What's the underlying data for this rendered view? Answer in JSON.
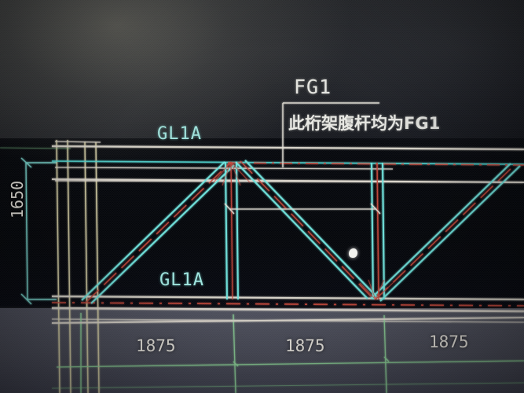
{
  "app": {
    "kind": "cad-drawing-photo",
    "description": "Photograph of a CAD screen showing a steel truss elevation"
  },
  "drawing": {
    "title_labels": {
      "top_chord_label": "GL1A",
      "bottom_chord_label": "GL1A",
      "callout_tag": "FG1",
      "callout_note": "此桁架腹杆均为FG1"
    },
    "dimensions": {
      "height": "1650",
      "bays": [
        "1875",
        "1875",
        "1875"
      ]
    },
    "colors": {
      "background_dark": "#05070c",
      "background_light": "#4a4c59",
      "member_cyan": "#6fe3dd",
      "member_white": "#ded9cf",
      "centerline_red": "#c2463a",
      "grid_green": "#8fd89a",
      "column_yellow": "#d9d2a8"
    }
  }
}
